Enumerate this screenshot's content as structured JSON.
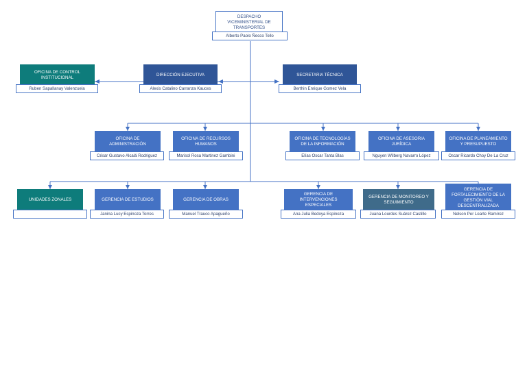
{
  "colors": {
    "blue": "#4472c4",
    "dark_blue": "#2f5597",
    "teal": "#0e7c7b",
    "slate": "#3f6b8a",
    "connector": "#4472c4"
  },
  "nodes": {
    "despacho": {
      "title": "DESPACHO VICEMINISTERIAL DE TRANSPORTES",
      "name": "Alberto Paolo Ñecco Tello"
    },
    "control": {
      "title": "OFICINA DE CONTROL INSTITUCIONAL",
      "name": "Ruben Sapallanay Valenzuela"
    },
    "ejecutiva": {
      "title": "DIRECCIÓN EJECUTIVA",
      "name": "Alexis Catalino Carranza Kauoxs"
    },
    "secretaria": {
      "title": "SECRETARIA TÉCNICA",
      "name": "Berthin Enrique Gomez Vela"
    },
    "administracion": {
      "title": "OFICINA DE ADMINISTRACIÓN",
      "name": "César Gustavo Alcalá Rodriguez"
    },
    "rrhh": {
      "title": "OFICINA DE RECURSOS HUMANOS",
      "name": "Marisol Rosa Martinez Gambini"
    },
    "tecnologias": {
      "title": "OFICINA DE TECNOLOGÍAS DE LA INFORMACIÓN",
      "name": "Elías Oscar Tanta Blas"
    },
    "asesoria": {
      "title": "OFICINA DE ASESORIA JURÍDICA",
      "name": "Nguyen Wilberg Navarro López"
    },
    "planeamiento": {
      "title": "OFICINA DE PLANEAMIENTO Y PRESUPUESTO",
      "name": "Oscar Ricardo Choy De La Cruz"
    },
    "zonales": {
      "title": "UNIDADES ZONALES",
      "name": ""
    },
    "estudios": {
      "title": "GERENCIA DE ESTUDIOS",
      "name": "Janina Lucy Espinoza Torres"
    },
    "obras": {
      "title": "GERENCIA DE OBRAS",
      "name": "Manuel Trauco Apagueño"
    },
    "intervenciones": {
      "title": "GERENCIA DE INTERVENCIONES ESPECIALES",
      "name": "Ana Julia Bedoya Espinoza"
    },
    "monitoreo": {
      "title": "GERENCIA DE MONITOREO Y SEGUIMIENTO",
      "name": "Juana Lourdes Suárez Castillo"
    },
    "fortalecimiento": {
      "title": "GERENCIA DE FORTALECIMIENTO DE LA GESTIÓN VIAL DESCENTRALIZADA",
      "name": "Nelson Per Loarte Ramírez"
    }
  }
}
